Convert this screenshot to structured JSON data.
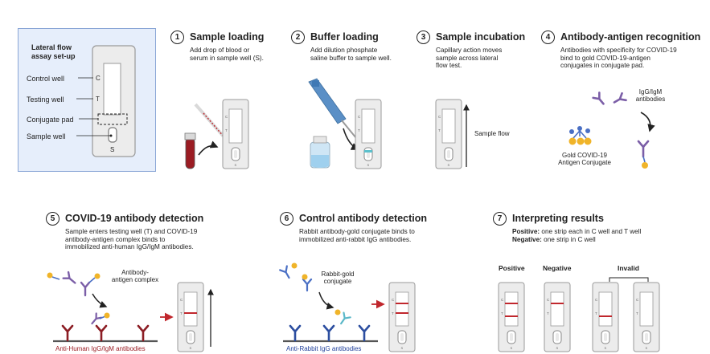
{
  "setup": {
    "title_line1": "Lateral flow",
    "title_line2": "assay set-up",
    "labels": [
      "Control well",
      "Testing well",
      "Conjugate pad",
      "Sample well"
    ],
    "well_letters": {
      "c": "C",
      "t": "T",
      "s": "S"
    }
  },
  "steps": [
    {
      "num": "1",
      "title": "Sample loading",
      "desc": [
        "Add drop of blood or",
        "serum in sample well (S)."
      ]
    },
    {
      "num": "2",
      "title": "Buffer loading",
      "desc": [
        "Add dilution phosphate",
        "saline buffer to sample well."
      ]
    },
    {
      "num": "3",
      "title": "Sample incubation",
      "desc": [
        "Capillary action moves",
        "sample across lateral",
        "flow test."
      ]
    },
    {
      "num": "4",
      "title": "Antibody-antigen recognition",
      "desc": [
        "Antibodies with specificity for COVID-19",
        "bind to gold COVID-19-antigen",
        "conjugates in conjugate pad."
      ]
    },
    {
      "num": "5",
      "title": "COVID-19 antibody detection",
      "desc": [
        "Sample enters testing well (T) and COVID-19",
        "antibody-antigen complex binds to",
        "immobilized anti-human IgG/IgM antibodies."
      ]
    },
    {
      "num": "6",
      "title": "Control antibody detection",
      "desc": [
        "Rabbit antibody-gold conjugate binds to",
        "immobilized anti-rabbit IgG antibodies."
      ]
    },
    {
      "num": "7",
      "title": "Interpreting results"
    }
  ],
  "step3": {
    "flow_label": "Sample flow"
  },
  "step4": {
    "igg_line1": "IgG/IgM",
    "igg_line2": "antibodies",
    "gold_line1": "Gold  COVID-19",
    "gold_line2": "Antigen Conjugate"
  },
  "step5": {
    "complex_line1": "Antibody-",
    "complex_line2": "antigen complex",
    "bottom_label": "Anti-Human IgG/IgM antibodies"
  },
  "step6": {
    "conj_line1": "Rabbit-gold",
    "conj_line2": "conjugate",
    "bottom_label": "Anti-Rabbit IgG antibodies"
  },
  "step7": {
    "positive_label": "Positive:",
    "positive_text": " one strip each in C well and T well",
    "negative_label": "Negative:",
    "negative_text": " one strip in C well",
    "headers": {
      "positive": "Positive",
      "negative": "Negative",
      "invalid": "Invalid"
    }
  },
  "colors": {
    "red": "#c0272d",
    "blue": "#4a6fc4",
    "gold": "#f0b429",
    "purple": "#7b5ea7",
    "dark_red": "#8c1d24"
  }
}
